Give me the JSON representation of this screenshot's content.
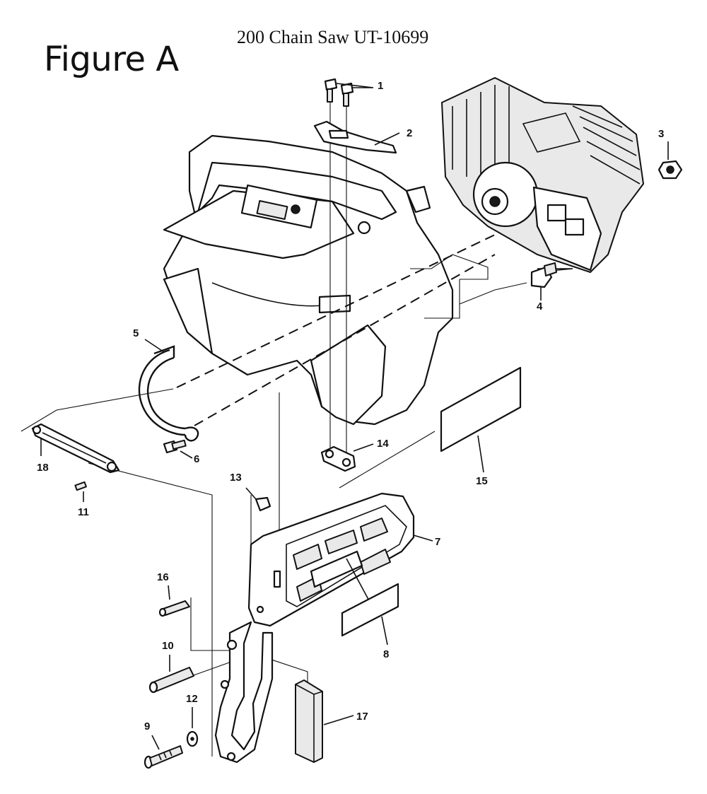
{
  "figure_label": "Figure A",
  "document_title": "200 Chain Saw UT-10699",
  "callouts": [
    {
      "id": "c1",
      "text": "1"
    },
    {
      "id": "c2",
      "text": "2"
    },
    {
      "id": "c3",
      "text": "3"
    },
    {
      "id": "c4",
      "text": "4"
    },
    {
      "id": "c5",
      "text": "5"
    },
    {
      "id": "c6",
      "text": "6"
    },
    {
      "id": "c7",
      "text": "7"
    },
    {
      "id": "c8",
      "text": "8"
    },
    {
      "id": "c9",
      "text": "9"
    },
    {
      "id": "c10",
      "text": "10"
    },
    {
      "id": "c11",
      "text": "11"
    },
    {
      "id": "c12",
      "text": "12"
    },
    {
      "id": "c13",
      "text": "13"
    },
    {
      "id": "c14",
      "text": "14"
    },
    {
      "id": "c15",
      "text": "15"
    },
    {
      "id": "c16",
      "text": "16"
    },
    {
      "id": "c17",
      "text": "17"
    },
    {
      "id": "c18",
      "text": "18"
    }
  ]
}
